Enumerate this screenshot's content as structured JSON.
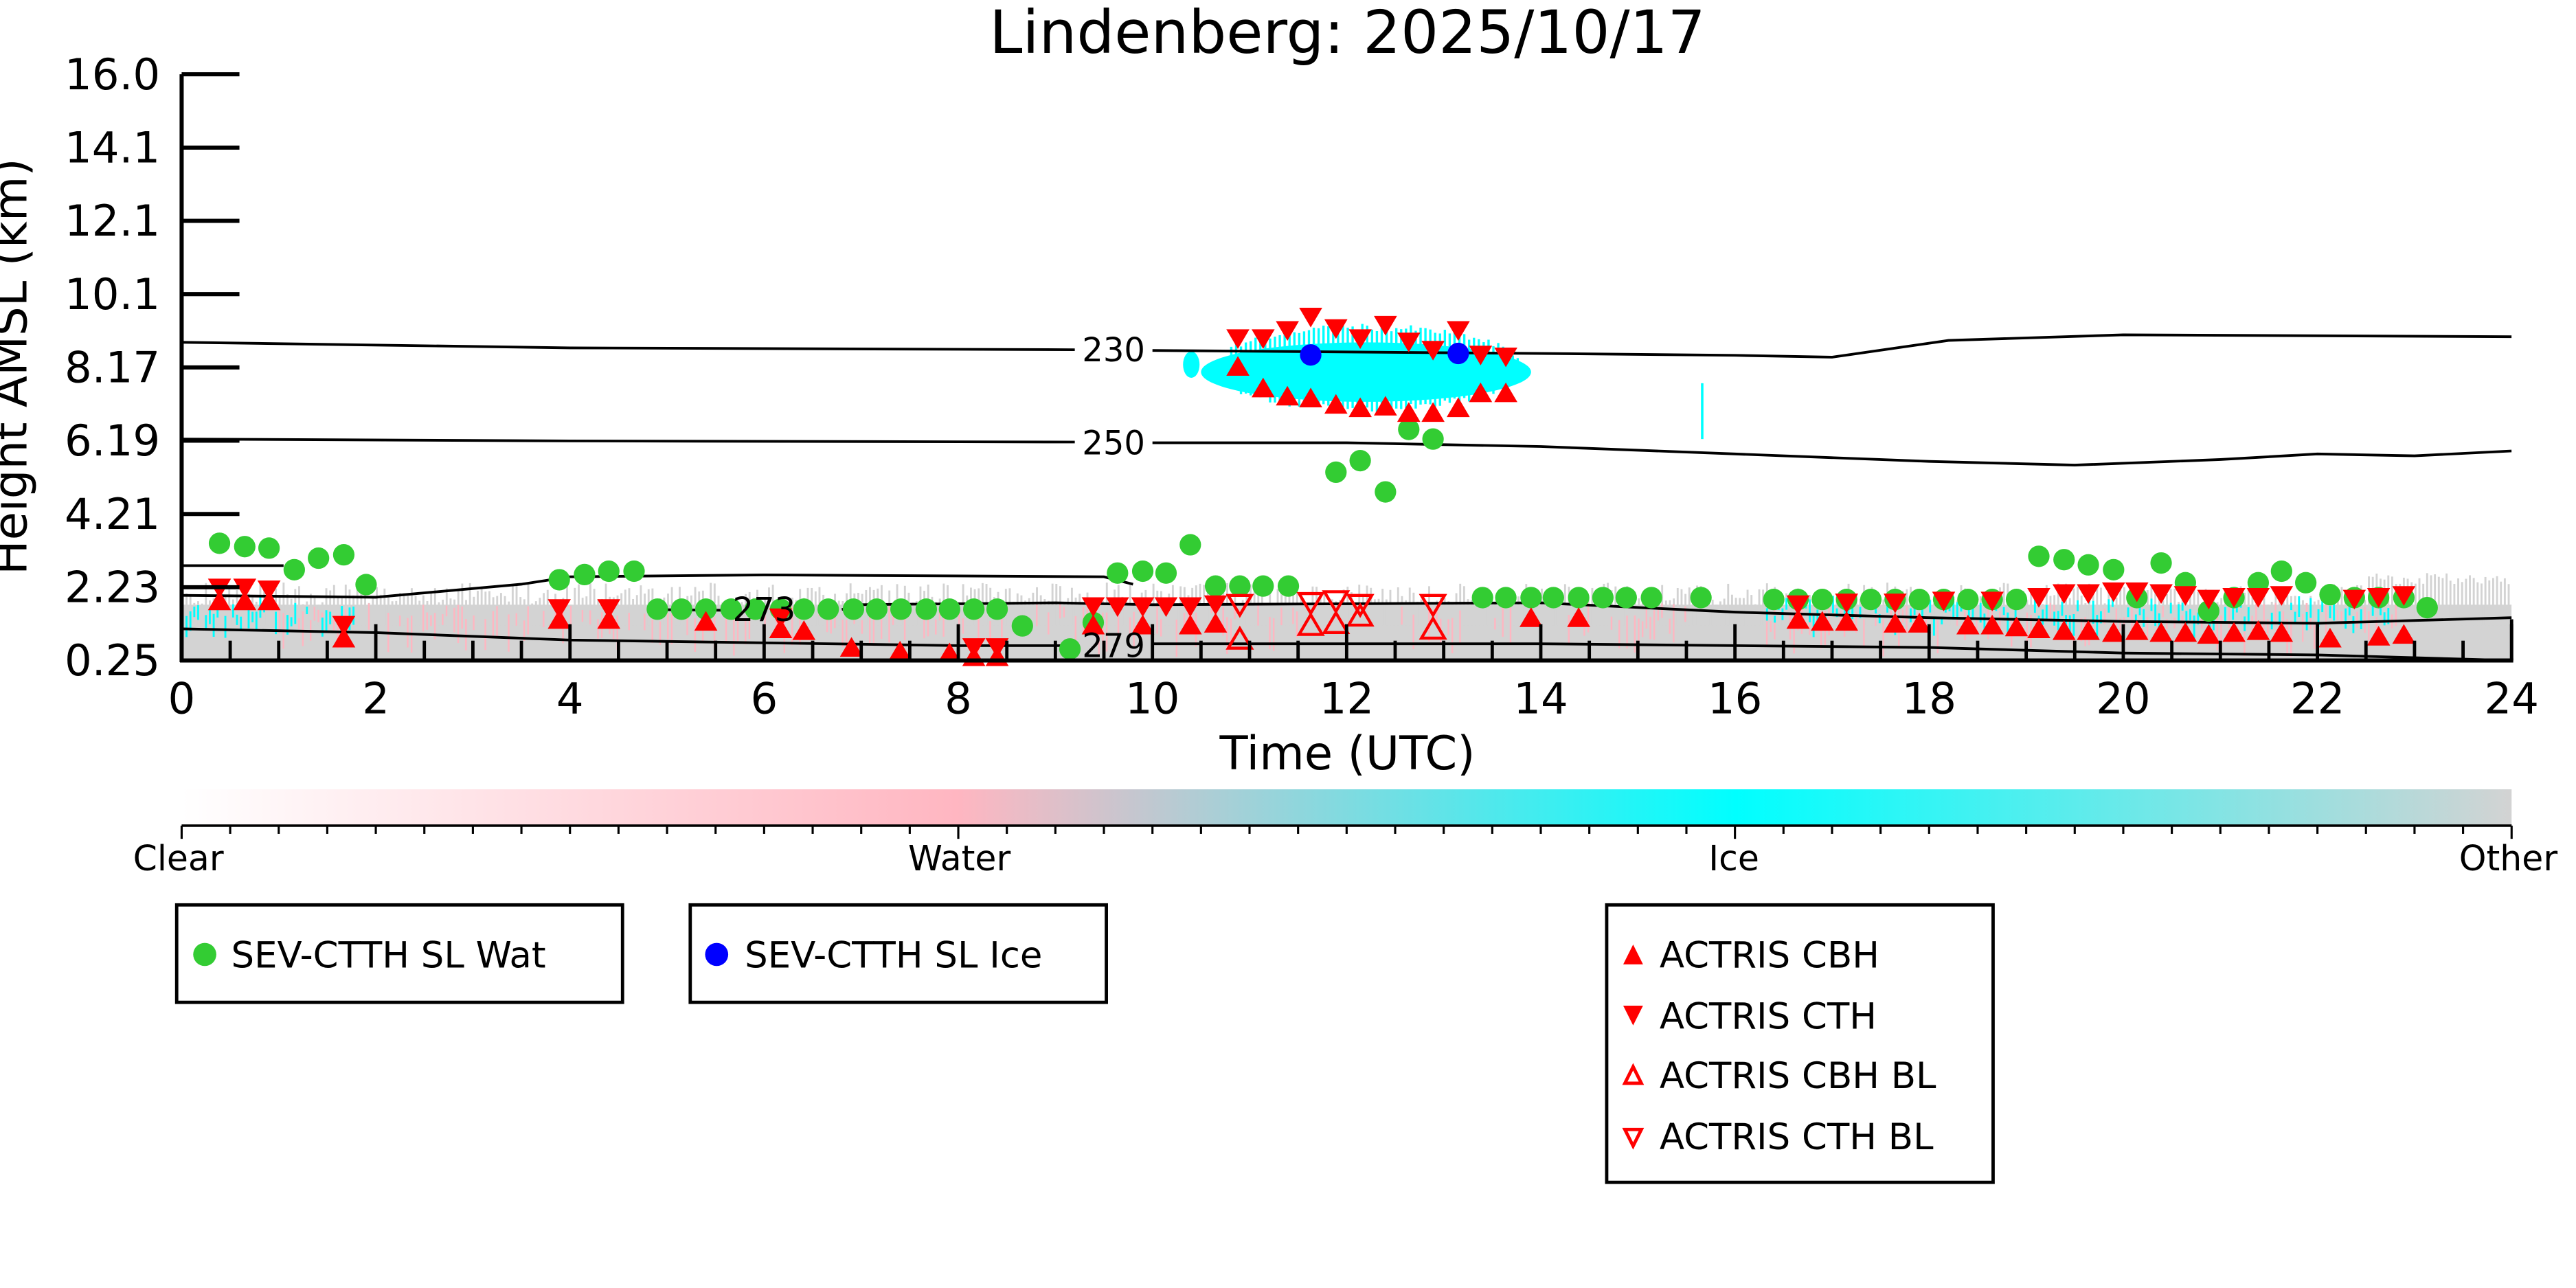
{
  "chart_data": {
    "type": "scatter",
    "title": "Lindenberg: 2025/10/17",
    "xlabel": "Time (UTC)",
    "ylabel": "Height AMSL (km)",
    "xlim": [
      0,
      24
    ],
    "ylim": [
      0.25,
      16.0
    ],
    "xticks": [
      "0",
      "2",
      "4",
      "6",
      "8",
      "10",
      "12",
      "14",
      "16",
      "18",
      "20",
      "22",
      "24"
    ],
    "yticks": [
      "0.25",
      "2.23",
      "4.21",
      "6.19",
      "8.17",
      "10.1",
      "12.1",
      "14.1",
      "16.0"
    ],
    "colorbar": {
      "labels": [
        "Clear",
        "Water",
        "Ice",
        "Other"
      ],
      "colors": [
        "#ffffff",
        "#ffb6c1",
        "#00ffff",
        "#d3d3d3"
      ]
    },
    "series": [
      {
        "name": "SEV-CTTH SL Wat",
        "marker": "circle",
        "color": "#33cc33",
        "points": [
          [
            0.39,
            3.4
          ],
          [
            0.65,
            3.31
          ],
          [
            0.9,
            3.27
          ],
          [
            1.16,
            2.69
          ],
          [
            1.41,
            3.0
          ],
          [
            1.67,
            3.09
          ],
          [
            1.9,
            2.29
          ],
          [
            3.89,
            2.42
          ],
          [
            4.15,
            2.56
          ],
          [
            4.4,
            2.65
          ],
          [
            4.66,
            2.65
          ],
          [
            4.9,
            1.63
          ],
          [
            5.15,
            1.63
          ],
          [
            5.4,
            1.63
          ],
          [
            5.66,
            1.63
          ],
          [
            5.91,
            1.63
          ],
          [
            6.17,
            1.63
          ],
          [
            6.41,
            1.63
          ],
          [
            6.66,
            1.63
          ],
          [
            6.92,
            1.63
          ],
          [
            7.16,
            1.63
          ],
          [
            7.41,
            1.63
          ],
          [
            7.67,
            1.63
          ],
          [
            7.91,
            1.63
          ],
          [
            8.16,
            1.63
          ],
          [
            8.4,
            1.63
          ],
          [
            8.66,
            1.18
          ],
          [
            9.15,
            0.56
          ],
          [
            9.39,
            1.27
          ],
          [
            9.64,
            2.6
          ],
          [
            9.9,
            2.65
          ],
          [
            10.14,
            2.6
          ],
          [
            10.39,
            3.36
          ],
          [
            10.65,
            2.25
          ],
          [
            10.9,
            2.25
          ],
          [
            11.14,
            2.25
          ],
          [
            11.4,
            2.25
          ],
          [
            11.89,
            5.31
          ],
          [
            12.14,
            5.62
          ],
          [
            12.4,
            4.78
          ],
          [
            12.64,
            6.46
          ],
          [
            12.89,
            6.2
          ],
          [
            13.4,
            1.94
          ],
          [
            13.64,
            1.94
          ],
          [
            13.9,
            1.94
          ],
          [
            14.13,
            1.94
          ],
          [
            14.39,
            1.94
          ],
          [
            14.64,
            1.94
          ],
          [
            14.88,
            1.94
          ],
          [
            15.14,
            1.94
          ],
          [
            15.65,
            1.94
          ],
          [
            16.4,
            1.89
          ],
          [
            16.65,
            1.89
          ],
          [
            16.9,
            1.89
          ],
          [
            17.15,
            1.89
          ],
          [
            17.4,
            1.89
          ],
          [
            17.65,
            1.89
          ],
          [
            17.9,
            1.89
          ],
          [
            18.15,
            1.89
          ],
          [
            18.4,
            1.89
          ],
          [
            18.65,
            1.89
          ],
          [
            18.9,
            1.89
          ],
          [
            19.13,
            3.05
          ],
          [
            19.39,
            2.96
          ],
          [
            19.64,
            2.82
          ],
          [
            19.9,
            2.69
          ],
          [
            20.14,
            1.94
          ],
          [
            20.39,
            2.87
          ],
          [
            20.64,
            2.34
          ],
          [
            20.88,
            1.58
          ],
          [
            21.14,
            1.94
          ],
          [
            21.39,
            2.34
          ],
          [
            21.63,
            2.65
          ],
          [
            21.88,
            2.34
          ],
          [
            22.13,
            2.02
          ],
          [
            22.38,
            1.94
          ],
          [
            22.63,
            1.94
          ],
          [
            22.89,
            1.94
          ],
          [
            23.13,
            1.67
          ]
        ]
      },
      {
        "name": "SEV-CTTH SL Ice",
        "marker": "circle",
        "color": "#0000ff",
        "points": [
          [
            11.63,
            8.46
          ],
          [
            13.15,
            8.5
          ]
        ]
      },
      {
        "name": "ACTRIS CBH",
        "marker": "triangle-up",
        "color": "#ff0000",
        "filled": true,
        "points": [
          [
            0.39,
            1.85
          ],
          [
            0.65,
            1.85
          ],
          [
            0.9,
            1.85
          ],
          [
            1.67,
            0.85
          ],
          [
            3.89,
            1.35
          ],
          [
            4.4,
            1.35
          ],
          [
            5.4,
            1.3
          ],
          [
            6.17,
            1.1
          ],
          [
            6.41,
            1.05
          ],
          [
            6.9,
            0.6
          ],
          [
            7.4,
            0.5
          ],
          [
            7.91,
            0.45
          ],
          [
            8.16,
            0.35
          ],
          [
            8.4,
            0.35
          ],
          [
            9.39,
            1.2
          ],
          [
            9.9,
            1.2
          ],
          [
            10.39,
            1.2
          ],
          [
            10.65,
            1.25
          ],
          [
            10.88,
            8.15
          ],
          [
            11.14,
            7.57
          ],
          [
            11.39,
            7.35
          ],
          [
            11.63,
            7.3
          ],
          [
            11.89,
            7.13
          ],
          [
            12.14,
            7.04
          ],
          [
            12.4,
            7.08
          ],
          [
            12.64,
            6.91
          ],
          [
            12.89,
            6.91
          ],
          [
            13.15,
            7.04
          ],
          [
            13.38,
            7.44
          ],
          [
            13.64,
            7.44
          ],
          [
            13.9,
            1.4
          ],
          [
            14.39,
            1.4
          ],
          [
            16.65,
            1.35
          ],
          [
            16.9,
            1.3
          ],
          [
            17.15,
            1.3
          ],
          [
            17.65,
            1.25
          ],
          [
            17.9,
            1.25
          ],
          [
            18.4,
            1.2
          ],
          [
            18.65,
            1.2
          ],
          [
            18.9,
            1.15
          ],
          [
            19.13,
            1.1
          ],
          [
            19.39,
            1.05
          ],
          [
            19.64,
            1.05
          ],
          [
            19.9,
            1.0
          ],
          [
            20.14,
            1.05
          ],
          [
            20.39,
            1.0
          ],
          [
            20.64,
            1.0
          ],
          [
            20.88,
            0.95
          ],
          [
            21.14,
            1.0
          ],
          [
            21.39,
            1.05
          ],
          [
            21.63,
            1.0
          ],
          [
            22.13,
            0.85
          ],
          [
            22.63,
            0.9
          ],
          [
            22.89,
            0.95
          ]
        ]
      },
      {
        "name": "ACTRIS CTH",
        "marker": "triangle-down",
        "color": "#ff0000",
        "filled": true,
        "points": [
          [
            0.39,
            2.2
          ],
          [
            0.65,
            2.2
          ],
          [
            0.9,
            2.15
          ],
          [
            1.67,
            1.2
          ],
          [
            3.89,
            1.65
          ],
          [
            4.4,
            1.65
          ],
          [
            6.17,
            1.4
          ],
          [
            8.16,
            0.6
          ],
          [
            8.4,
            0.6
          ],
          [
            9.39,
            1.7
          ],
          [
            9.64,
            1.7
          ],
          [
            9.9,
            1.7
          ],
          [
            10.14,
            1.7
          ],
          [
            10.39,
            1.7
          ],
          [
            10.65,
            1.75
          ],
          [
            10.88,
            8.9
          ],
          [
            11.14,
            8.9
          ],
          [
            11.39,
            9.12
          ],
          [
            11.63,
            9.48
          ],
          [
            11.89,
            9.17
          ],
          [
            12.14,
            8.9
          ],
          [
            12.4,
            9.26
          ],
          [
            12.64,
            8.81
          ],
          [
            12.89,
            8.59
          ],
          [
            13.15,
            9.12
          ],
          [
            13.38,
            8.46
          ],
          [
            13.64,
            8.41
          ],
          [
            16.65,
            1.75
          ],
          [
            17.15,
            1.8
          ],
          [
            17.65,
            1.8
          ],
          [
            18.15,
            1.85
          ],
          [
            18.65,
            1.85
          ],
          [
            19.13,
            1.95
          ],
          [
            19.39,
            2.05
          ],
          [
            19.64,
            2.05
          ],
          [
            19.9,
            2.1
          ],
          [
            20.14,
            2.1
          ],
          [
            20.39,
            2.05
          ],
          [
            20.64,
            2.0
          ],
          [
            20.88,
            1.9
          ],
          [
            21.14,
            1.95
          ],
          [
            21.39,
            1.95
          ],
          [
            21.63,
            2.0
          ],
          [
            22.38,
            1.9
          ],
          [
            22.63,
            1.95
          ],
          [
            22.89,
            2.0
          ]
        ]
      },
      {
        "name": "ACTRIS CBH BL",
        "marker": "triangle-up",
        "color": "#ff0000",
        "filled": false,
        "points": [
          [
            10.9,
            0.83
          ],
          [
            11.63,
            1.2
          ],
          [
            11.89,
            1.25
          ],
          [
            12.14,
            1.45
          ],
          [
            12.89,
            1.1
          ]
        ]
      },
      {
        "name": "ACTRIS CTH BL",
        "marker": "triangle-down",
        "color": "#ff0000",
        "filled": false,
        "points": [
          [
            10.9,
            1.75
          ],
          [
            11.63,
            1.8
          ],
          [
            11.89,
            1.85
          ],
          [
            12.14,
            1.75
          ],
          [
            12.89,
            1.75
          ]
        ]
      }
    ],
    "contours": [
      {
        "label": "230",
        "label_at": [
          9.6,
          8.6
        ],
        "segments": [
          [
            [
              0,
              8.8
            ],
            [
              4,
              8.65
            ],
            [
              9.2,
              8.6
            ]
          ],
          [
            [
              10,
              8.58
            ],
            [
              14,
              8.5
            ],
            [
              16,
              8.45
            ],
            [
              17,
              8.4
            ],
            [
              18.2,
              8.85
            ],
            [
              20,
              9.0
            ],
            [
              24,
              8.95
            ]
          ]
        ]
      },
      {
        "label": "250",
        "label_at": [
          9.6,
          6.1
        ],
        "segments": [
          [
            [
              0,
              6.2
            ],
            [
              4,
              6.15
            ],
            [
              9.2,
              6.12
            ]
          ],
          [
            [
              10,
              6.1
            ],
            [
              12,
              6.1
            ],
            [
              14,
              6.0
            ],
            [
              16,
              5.8
            ],
            [
              18,
              5.6
            ],
            [
              19.5,
              5.5
            ],
            [
              21,
              5.65
            ],
            [
              22,
              5.8
            ],
            [
              23,
              5.75
            ],
            [
              24,
              5.88
            ]
          ]
        ]
      },
      {
        "label": "273",
        "label_at": [
          6.0,
          1.62
        ],
        "segments": [
          [
            [
              0,
              2.8
            ],
            [
              1.05,
              2.8
            ]
          ],
          [
            [
              0,
              2.0
            ],
            [
              2,
              1.95
            ],
            [
              3.5,
              2.3
            ],
            [
              4,
              2.5
            ],
            [
              6,
              2.55
            ],
            [
              9.5,
              2.5
            ],
            [
              9.8,
              2.3
            ]
          ],
          [
            [
              4.8,
              1.62
            ],
            [
              5.6,
              1.6
            ]
          ],
          [
            [
              6.8,
              1.62
            ],
            [
              7,
              1.75
            ],
            [
              9,
              1.8
            ],
            [
              10,
              1.75
            ],
            [
              14,
              1.8
            ],
            [
              16,
              1.55
            ],
            [
              18,
              1.4
            ],
            [
              20,
              1.3
            ],
            [
              22,
              1.25
            ],
            [
              24,
              1.4
            ]
          ]
        ]
      },
      {
        "label": "279",
        "label_at": [
          9.6,
          0.65
        ],
        "segments": [
          [
            [
              0,
              1.1
            ],
            [
              2,
              1.0
            ],
            [
              4,
              0.8
            ],
            [
              8,
              0.65
            ],
            [
              9.2,
              0.65
            ]
          ],
          [
            [
              10,
              0.7
            ],
            [
              14,
              0.7
            ],
            [
              18,
              0.6
            ],
            [
              20,
              0.45
            ],
            [
              22,
              0.4
            ],
            [
              24,
              0.25
            ]
          ]
        ]
      }
    ],
    "legend": [
      {
        "group": "left",
        "entries": [
          "SEV-CTTH SL Wat"
        ]
      },
      {
        "group": "middle",
        "entries": [
          "SEV-CTTH SL Ice"
        ]
      },
      {
        "group": "right",
        "entries": [
          "ACTRIS CBH",
          "ACTRIS CTH",
          "ACTRIS CBH BL",
          "ACTRIS CTH BL"
        ]
      }
    ]
  }
}
